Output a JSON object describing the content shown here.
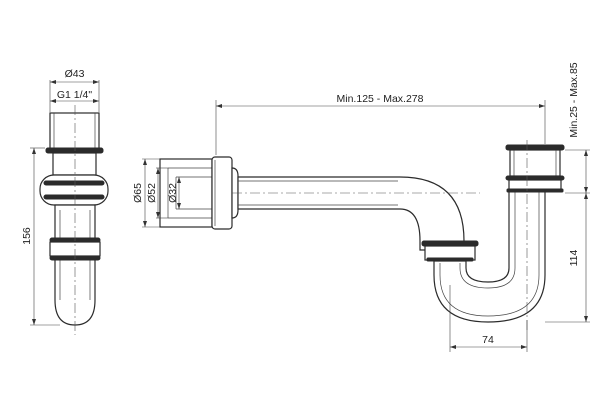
{
  "dimensions": {
    "side_outer_diameter": "Ø43",
    "side_thread": "G1 1/4\"",
    "side_height": "156",
    "wall_outer": "Ø65",
    "wall_mid": "Ø52",
    "wall_inner": "Ø32",
    "horizontal_range": "Min.125 - Max.278",
    "vertical_range": "Min.25 - Max.85",
    "right_height": "114",
    "trap_width": "74"
  }
}
